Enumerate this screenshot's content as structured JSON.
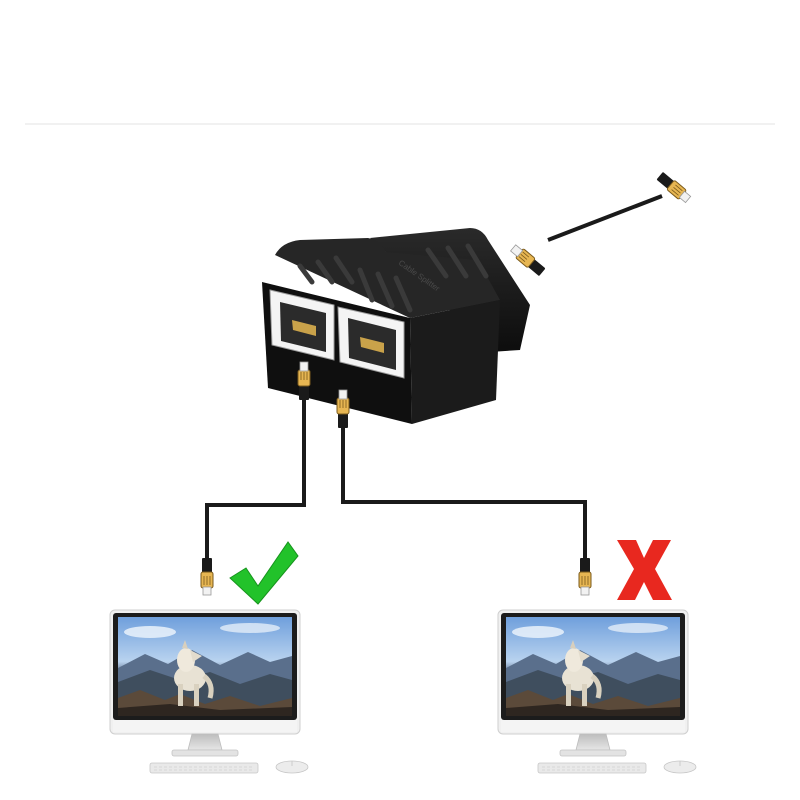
{
  "title": "",
  "adapter": {
    "name": "rj45-splitter-adapter",
    "label_text": "Cable Splitter",
    "color": "#1a1a1a",
    "port_count": 2
  },
  "computers": [
    {
      "id": "computer-left",
      "status": "connected",
      "indicator": "check",
      "indicator_color": "#22c22a"
    },
    {
      "id": "computer-right",
      "status": "not-connected",
      "indicator": "x",
      "indicator_color": "#e8281f"
    }
  ],
  "colors": {
    "cable": "#1a1a1a",
    "plug_gold": "#d9a441",
    "monitor_frame": "#f2f2f2",
    "monitor_bezel": "#1c1c1c",
    "screen_sky": "#8fb8e8",
    "check": "#22c22a",
    "cross": "#e8281f"
  }
}
